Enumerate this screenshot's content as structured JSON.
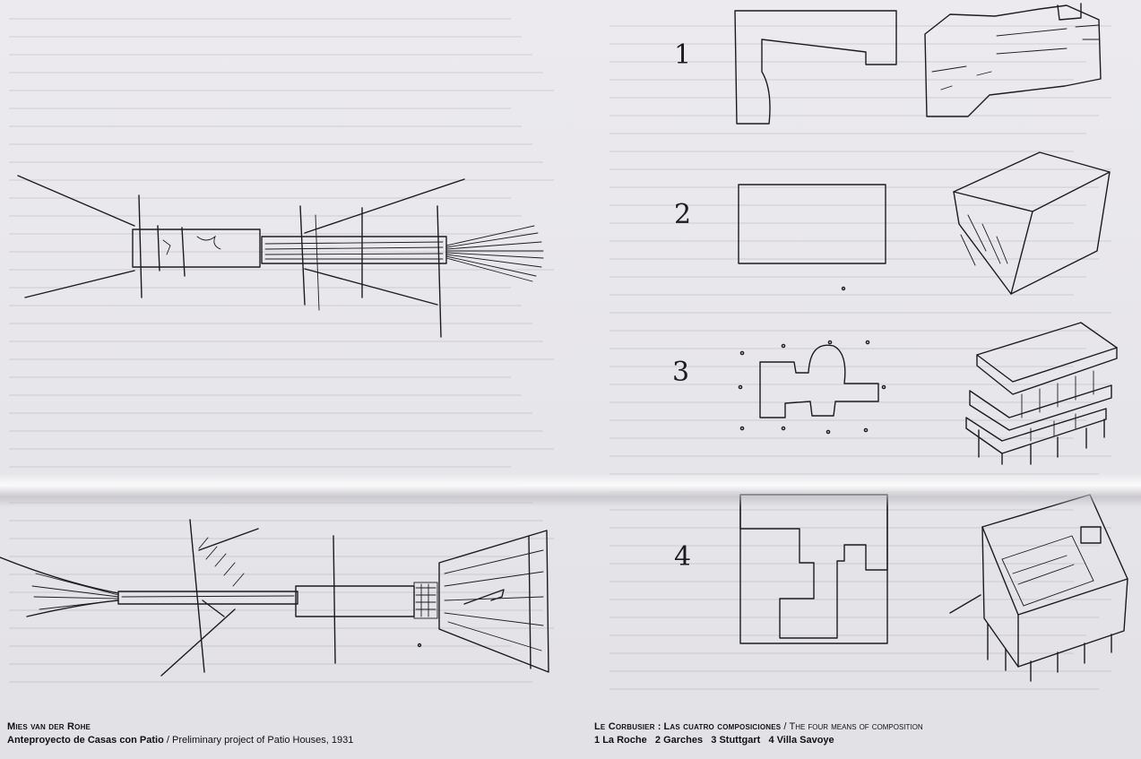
{
  "left_caption": {
    "author": "Mies van der Rohe",
    "title_es": "Anteproyecto de Casas con Patio",
    "separator": " / ",
    "title_en": "Preliminary project of Patio Houses, 1931"
  },
  "right_caption": {
    "author": "Le Corbusier",
    "colon": " : ",
    "title_es": "Las cuatro composiciones",
    "separator": " / ",
    "title_en": "The four means of composition",
    "items": [
      {
        "num": "1",
        "name": "La Roche"
      },
      {
        "num": "2",
        "name": "Garches"
      },
      {
        "num": "3",
        "name": "Stuttgart"
      },
      {
        "num": "4",
        "name": "Villa Savoye"
      }
    ]
  },
  "diagram_numbers": [
    "1",
    "2",
    "3",
    "4"
  ],
  "colors": {
    "paper": "#e9e8ea",
    "ink": "#1c1c1e"
  }
}
